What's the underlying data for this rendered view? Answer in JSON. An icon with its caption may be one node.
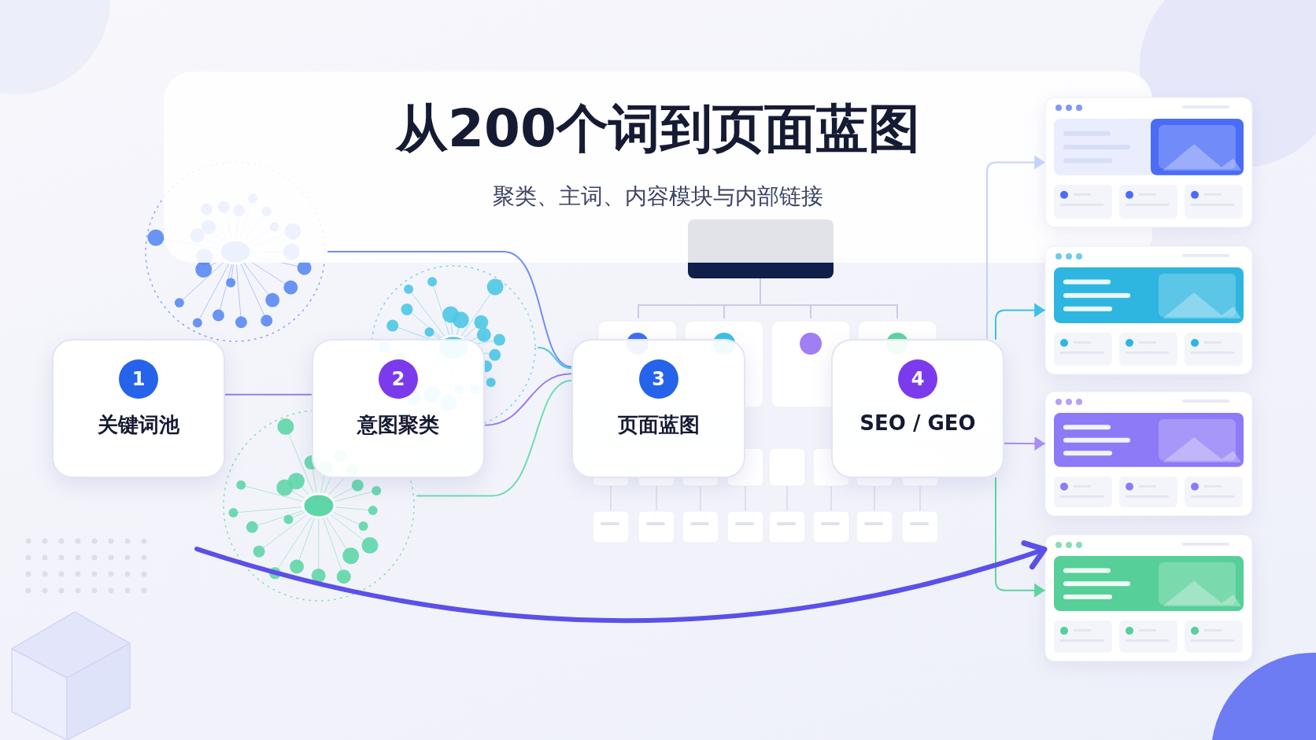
{
  "diagram": {
    "title": "从200个词到页面蓝图",
    "nodes": [
      {
        "text": [
          "1",
          "关键词池"
        ]
      },
      {
        "text": [
          "2",
          "意图聚类"
        ]
      },
      {
        "text": [
          "3",
          "页面蓝图"
        ]
      },
      {
        "text": [
          "4",
          "SEO / GEO"
        ]
      },
      {
        "text": [],
        "shape": "picture"
      },
      {
        "text": [],
        "shape": "picture"
      },
      {
        "text": [],
        "shape": "picture"
      },
      {
        "text": [],
        "shape": "picture"
      },
      {
        "text": [],
        "shape": "picture"
      },
      {
        "text": [],
        "shape": "picture"
      },
      {
        "text": [],
        "shape": "picture"
      }
    ],
    "edges": [
      {
        "from": 0,
        "to": 1,
        "arrow": "none",
        "color": "#9b7cf0"
      },
      {
        "from": 8,
        "to": 2,
        "arrow": "none",
        "color": "#6f8ff5"
      },
      {
        "from": 10,
        "to": 2,
        "arrow": "none",
        "color": "#4cc8e0"
      },
      {
        "from": 1,
        "to": 2,
        "arrow": "none",
        "color": "#9b7cf0"
      },
      {
        "from": 9,
        "to": 2,
        "arrow": "none",
        "color": "#6fdcb0"
      },
      {
        "from": 3,
        "to": 4,
        "arrow": "to",
        "color": "#c6d2f8"
      },
      {
        "from": 3,
        "to": 5,
        "arrow": "to",
        "color": "#3cc0e6"
      },
      {
        "from": 3,
        "to": 6,
        "arrow": "to",
        "color": "#a98cf5"
      },
      {
        "from": 3,
        "to": 7,
        "arrow": "to",
        "color": "#5fd3a0"
      },
      {
        "from": null,
        "to": 7,
        "arrow": "to",
        "style": "thick",
        "color": "#5b50e8"
      }
    ],
    "labels": [
      "聚类、主词、内容模块与内部链接"
    ]
  }
}
